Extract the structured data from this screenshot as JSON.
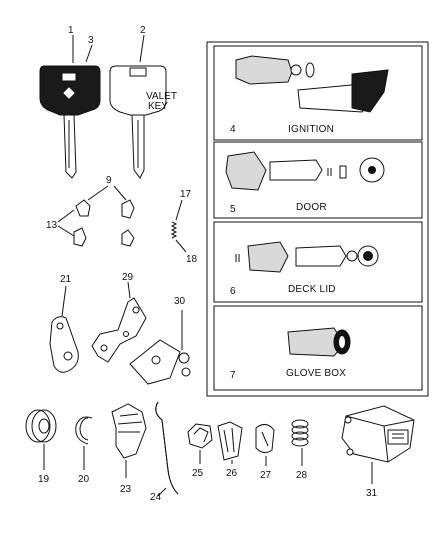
{
  "callouts": {
    "c1": "1",
    "c2": "2",
    "c3": "3",
    "c4": "4",
    "c5": "5",
    "c6": "6",
    "c7": "7",
    "c9": "9",
    "c13": "13",
    "c17": "17",
    "c18": "18",
    "c19": "19",
    "c20": "20",
    "c21": "21",
    "c23": "23",
    "c24": "24",
    "c25": "25",
    "c26": "26",
    "c27": "27",
    "c28": "28",
    "c29": "29",
    "c30": "30",
    "c31": "31"
  },
  "panels": {
    "ignition": "IGNITION",
    "door": "DOOR",
    "deck_lid": "DECK LID",
    "glove_box": "GLOVE BOX"
  },
  "key_text": {
    "valet_line1": "VALET",
    "valet_line2": "KEY"
  },
  "colors": {
    "ink": "#111111",
    "background": "#ffffff",
    "key_head": "#1a1a1a"
  }
}
